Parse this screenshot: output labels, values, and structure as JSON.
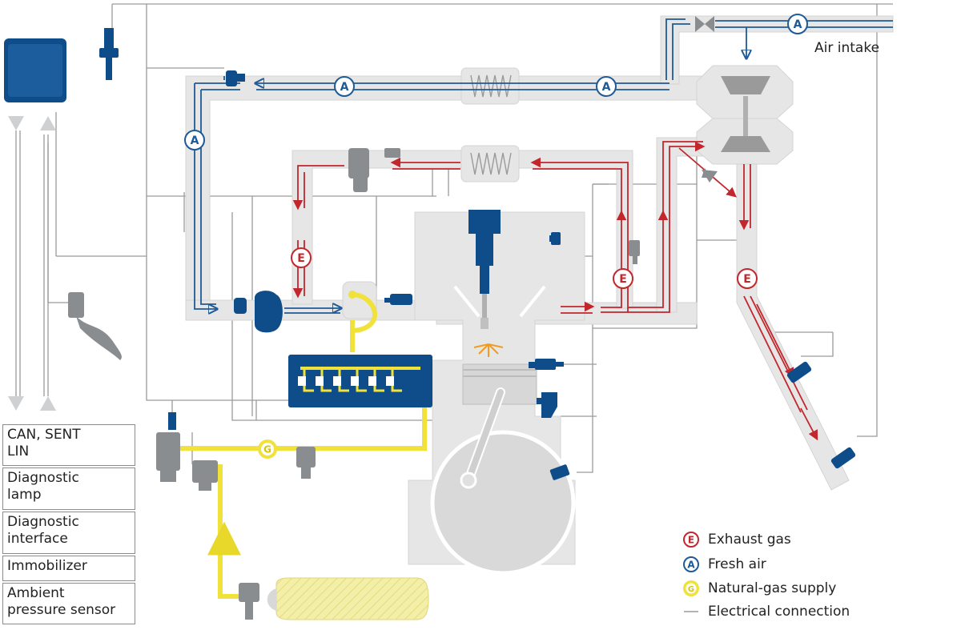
{
  "labels": {
    "air_intake": "Air intake"
  },
  "interfaces": [
    {
      "id": "can",
      "text": "CAN, SENT\nLIN"
    },
    {
      "id": "lamp",
      "text": "Diagnostic\nlamp"
    },
    {
      "id": "diag",
      "text": "Diagnostic\ninterface"
    },
    {
      "id": "immo",
      "text": "Immobilizer"
    },
    {
      "id": "amb",
      "text": "Ambient\npressure sensor"
    }
  ],
  "badges": {
    "exhaust": "E",
    "fresh": "A",
    "gas": "G"
  },
  "legend": {
    "exhaust": "Exhaust gas",
    "fresh": "Fresh air",
    "gas": "Natural-gas supply",
    "electrical": "Electrical connection"
  },
  "colors": {
    "exhaust": "#c1272d",
    "fresh": "#1f5a96",
    "gas": "#f0e23a",
    "component_blue": "#0f4c8a",
    "component_grey": "#8a8d90",
    "duct": "#e6e6e6",
    "wire": "#9a9a9a"
  }
}
